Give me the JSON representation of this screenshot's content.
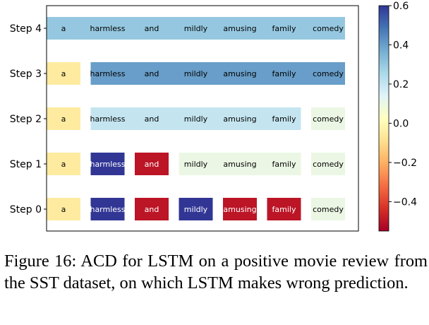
{
  "figure": {
    "caption": "Figure 16:  ACD for LSTM on a positive movie review from the SST dataset, on which LSTM makes wrong prediction."
  },
  "chart_data": {
    "type": "heatmap",
    "words": [
      "a",
      "harmless",
      "and",
      "mildly",
      "amusing",
      "family",
      "comedy"
    ],
    "rows": [
      {
        "label": "Step 4",
        "segments": [
          {
            "start": 0,
            "end": 6,
            "value": 0.3
          }
        ]
      },
      {
        "label": "Step 3",
        "segments": [
          {
            "start": 0,
            "end": 0,
            "value": -0.05
          },
          {
            "start": 1,
            "end": 6,
            "value": 0.4
          }
        ]
      },
      {
        "label": "Step 2",
        "segments": [
          {
            "start": 0,
            "end": 0,
            "value": -0.05
          },
          {
            "start": 1,
            "end": 5,
            "value": 0.2
          },
          {
            "start": 6,
            "end": 6,
            "value": 0.1
          }
        ]
      },
      {
        "label": "Step 1",
        "segments": [
          {
            "start": 0,
            "end": 0,
            "value": -0.05
          },
          {
            "start": 1,
            "end": 1,
            "value": 0.65
          },
          {
            "start": 2,
            "end": 2,
            "value": -0.5
          },
          {
            "start": 3,
            "end": 5,
            "value": 0.1
          },
          {
            "start": 6,
            "end": 6,
            "value": 0.1
          }
        ]
      },
      {
        "label": "Step 0",
        "segments": [
          {
            "start": 0,
            "end": 0,
            "value": -0.05
          },
          {
            "start": 1,
            "end": 1,
            "value": 0.65
          },
          {
            "start": 2,
            "end": 2,
            "value": -0.5
          },
          {
            "start": 3,
            "end": 3,
            "value": 0.65
          },
          {
            "start": 4,
            "end": 4,
            "value": -0.5
          },
          {
            "start": 5,
            "end": 5,
            "value": -0.5
          },
          {
            "start": 6,
            "end": 6,
            "value": 0.1
          }
        ]
      }
    ],
    "colorbar": {
      "colormap": "RdYlBu",
      "range": [
        -0.55,
        0.6
      ],
      "ticks": [
        -0.4,
        -0.2,
        0.0,
        0.2,
        0.4,
        0.6
      ],
      "tick_labels": [
        "−0.4",
        "−0.2",
        "0.0",
        "0.2",
        "0.4",
        "0.6"
      ]
    }
  }
}
